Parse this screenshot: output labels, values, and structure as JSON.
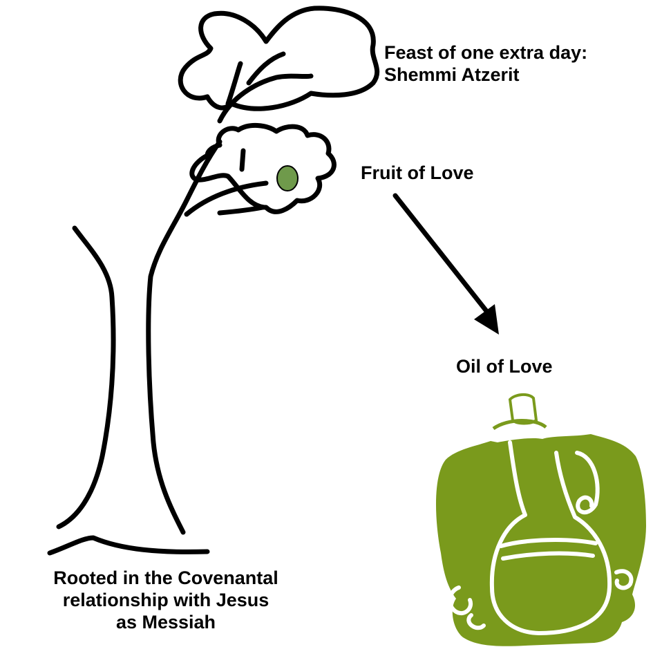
{
  "labels": {
    "feast": [
      "Feast of one extra day:",
      "Shemmi Atzerit"
    ],
    "fruit": "Fruit of Love",
    "oil": "Oil of Love",
    "rooted": [
      "Rooted in the Covenantal",
      "relationship with Jesus",
      "as Messiah"
    ]
  },
  "colors": {
    "ink": "#000000",
    "olive_fruit": "#6f9a4b",
    "oil_bottle": "#7a9a1c",
    "background": "#ffffff"
  },
  "icons": {
    "tree": "tree-drawing",
    "fruit": "olive-fruit",
    "arrow": "arrow-down-right",
    "bottle": "oil-bottle"
  }
}
